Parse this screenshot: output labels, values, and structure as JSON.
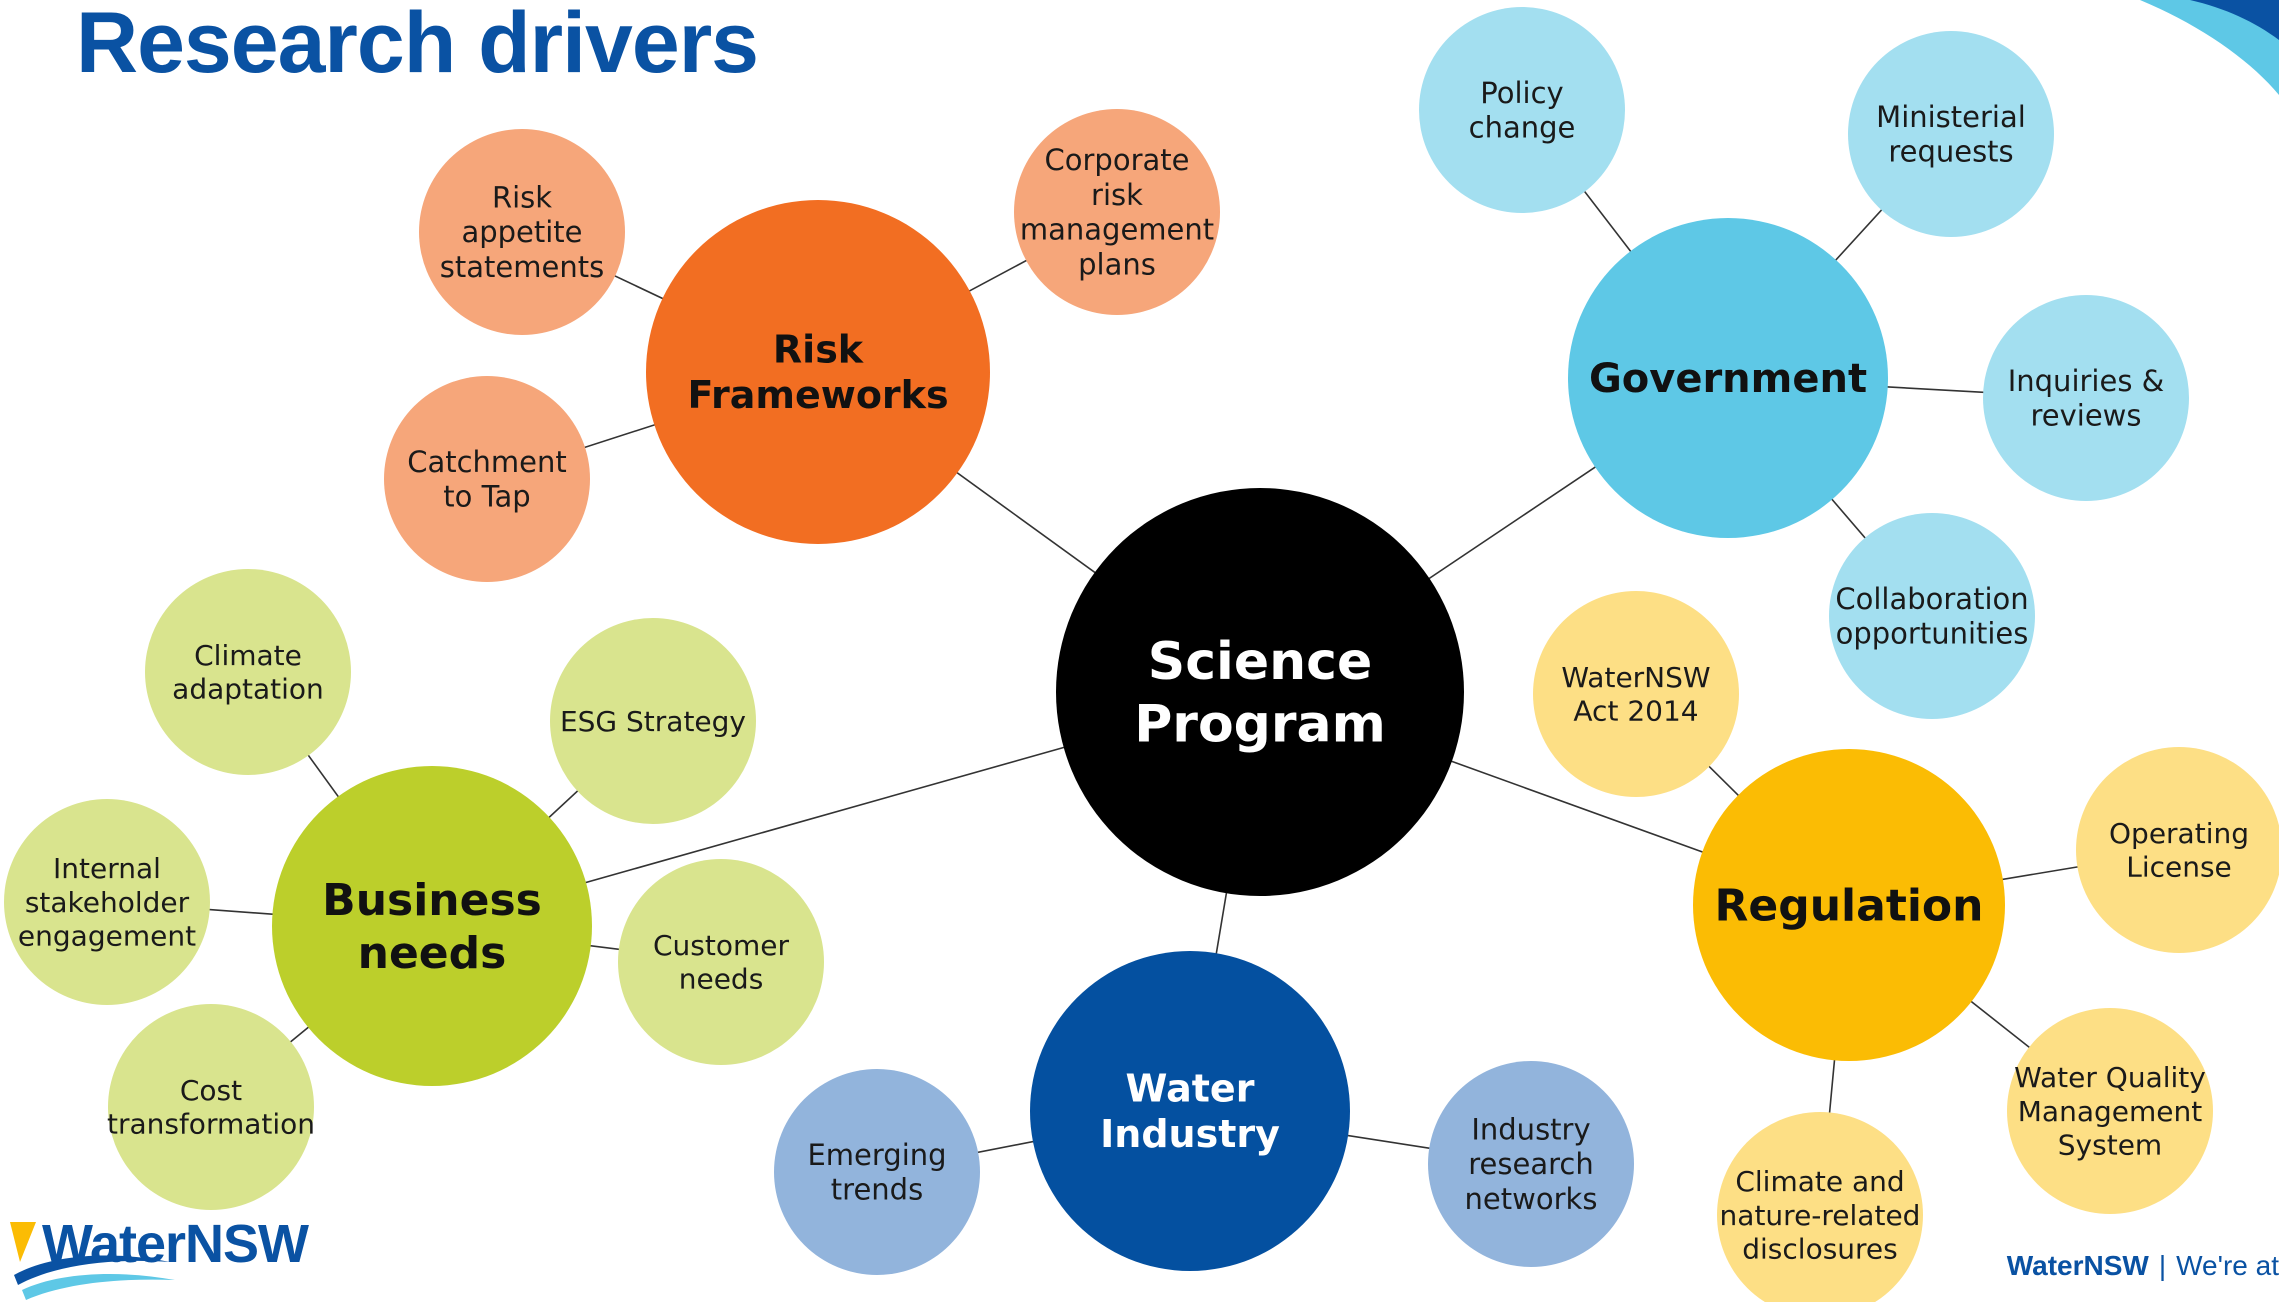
{
  "title": "Research drivers",
  "colors": {
    "title": "#0a52a3",
    "center": "#000000",
    "risk_hub": "#f26e22",
    "risk_leaf": "#f6a67a",
    "gov_hub": "#5ec8e6",
    "gov_leaf": "#a3dff0",
    "reg_hub": "#fbbc04",
    "reg_leaf": "#fddf85",
    "water_hub": "#0450a0",
    "water_leaf": "#92b4dc",
    "biz_hub": "#bccf2b",
    "biz_leaf": "#d9e48e"
  },
  "center": {
    "label": [
      "Science",
      "Program"
    ]
  },
  "hubs": [
    {
      "id": "risk",
      "label": [
        "Risk",
        "Frameworks"
      ],
      "leaves": [
        {
          "label": [
            "Risk",
            "appetite",
            "statements"
          ]
        },
        {
          "label": [
            "Corporate",
            "risk",
            "management",
            "plans"
          ]
        },
        {
          "label": [
            "Catchment",
            "to Tap"
          ]
        }
      ]
    },
    {
      "id": "government",
      "label": [
        "Government"
      ],
      "leaves": [
        {
          "label": [
            "Policy",
            "change"
          ]
        },
        {
          "label": [
            "Ministerial",
            "requests"
          ]
        },
        {
          "label": [
            "Inquiries &",
            "reviews"
          ]
        },
        {
          "label": [
            "Collaboration",
            "opportunities"
          ]
        }
      ]
    },
    {
      "id": "regulation",
      "label": [
        "Regulation"
      ],
      "leaves": [
        {
          "label": [
            "WaterNSW",
            "Act 2014"
          ]
        },
        {
          "label": [
            "Operating",
            "License"
          ]
        },
        {
          "label": [
            "Water Quality",
            "Management",
            "System"
          ]
        },
        {
          "label": [
            "Climate and",
            "nature-related",
            "disclosures"
          ]
        }
      ]
    },
    {
      "id": "water",
      "label": [
        "Water",
        "Industry"
      ],
      "leaves": [
        {
          "label": [
            "Emerging",
            "trends"
          ]
        },
        {
          "label": [
            "Industry",
            "research",
            "networks"
          ]
        }
      ]
    },
    {
      "id": "business",
      "label": [
        "Business",
        "needs"
      ],
      "leaves": [
        {
          "label": [
            "Climate",
            "adaptation"
          ]
        },
        {
          "label": [
            "ESG Strategy"
          ]
        },
        {
          "label": [
            "Internal",
            "stakeholder",
            "engagement"
          ]
        },
        {
          "label": [
            "Customer",
            "needs"
          ]
        },
        {
          "label": [
            "Cost",
            "transformation"
          ]
        }
      ]
    }
  ],
  "logo": {
    "text": "WaterNSW"
  },
  "footer": {
    "brand": "WaterNSW",
    "separator": "|",
    "tagline": "We're at"
  }
}
